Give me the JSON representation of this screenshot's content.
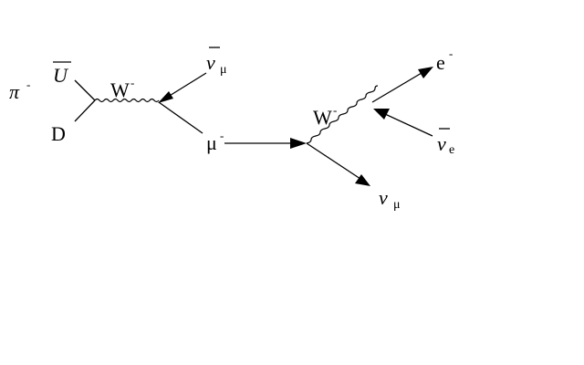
{
  "diagram": {
    "labels": {
      "pion": {
        "base": "π",
        "sup": "-"
      },
      "anti_up": {
        "base": "U",
        "bar": true
      },
      "down": {
        "base": "D"
      },
      "w1": {
        "base": "W",
        "sup": "-"
      },
      "anti_nu_mu": {
        "base": "ν",
        "sub": "μ",
        "bar": true
      },
      "muon": {
        "base": "μ",
        "sup": "-"
      },
      "w2": {
        "base": "W",
        "sup": "-"
      },
      "electron": {
        "base": "e",
        "sup": "-"
      },
      "anti_nu_e": {
        "base": "ν",
        "sub": "e",
        "bar": true
      },
      "nu_mu": {
        "base": "ν",
        "sub": "μ"
      }
    }
  }
}
